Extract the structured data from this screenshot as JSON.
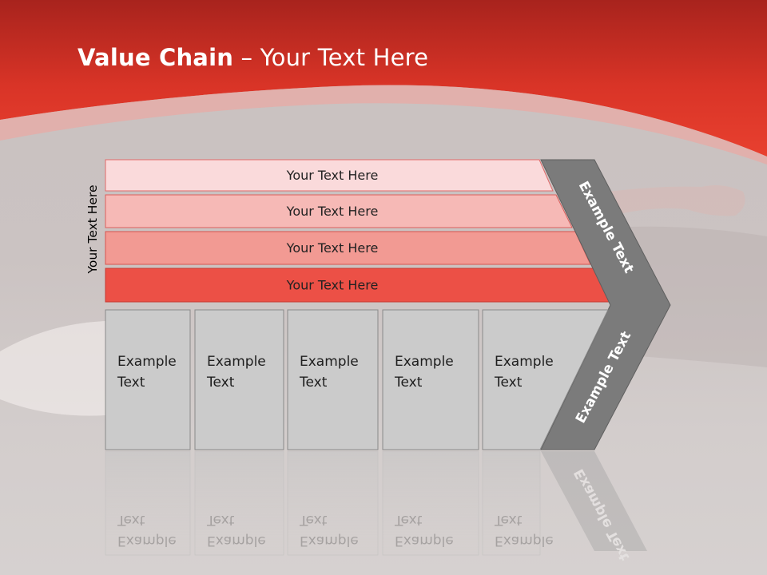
{
  "slide": {
    "title_bold": "Value Chain",
    "title_rest": " – Your Text Here"
  },
  "diagram": {
    "side_label": "Your Text Here",
    "support_rows": [
      {
        "label": "Your Text Here",
        "color": "#fadadb",
        "stroke": "#e06a6a"
      },
      {
        "label": "Your Text Here",
        "color": "#f6b9b6",
        "stroke": "#dc5f5c"
      },
      {
        "label": "Your Text Here",
        "color": "#f29a93",
        "stroke": "#d8544f"
      },
      {
        "label": "Your Text Here",
        "color": "#ec5046",
        "stroke": "#c63a33"
      }
    ],
    "primary_boxes": [
      {
        "line1": "Example",
        "line2": "Text"
      },
      {
        "line1": "Example",
        "line2": "Text"
      },
      {
        "line1": "Example",
        "line2": "Text"
      },
      {
        "line1": "Example",
        "line2": "Text"
      },
      {
        "line1": "Example",
        "line2": "Text"
      }
    ],
    "margin_top_label": "Example Text",
    "margin_bottom_label": "Example Text"
  },
  "colors": {
    "header_red": "#e23b2d",
    "header_dark": "#a8231d",
    "box_fill": "#cbcbcb",
    "box_stroke": "#8a8a8a",
    "chevron_fill": "#7b7b7b",
    "text_white": "#ffffff",
    "text_dark": "#222222"
  }
}
